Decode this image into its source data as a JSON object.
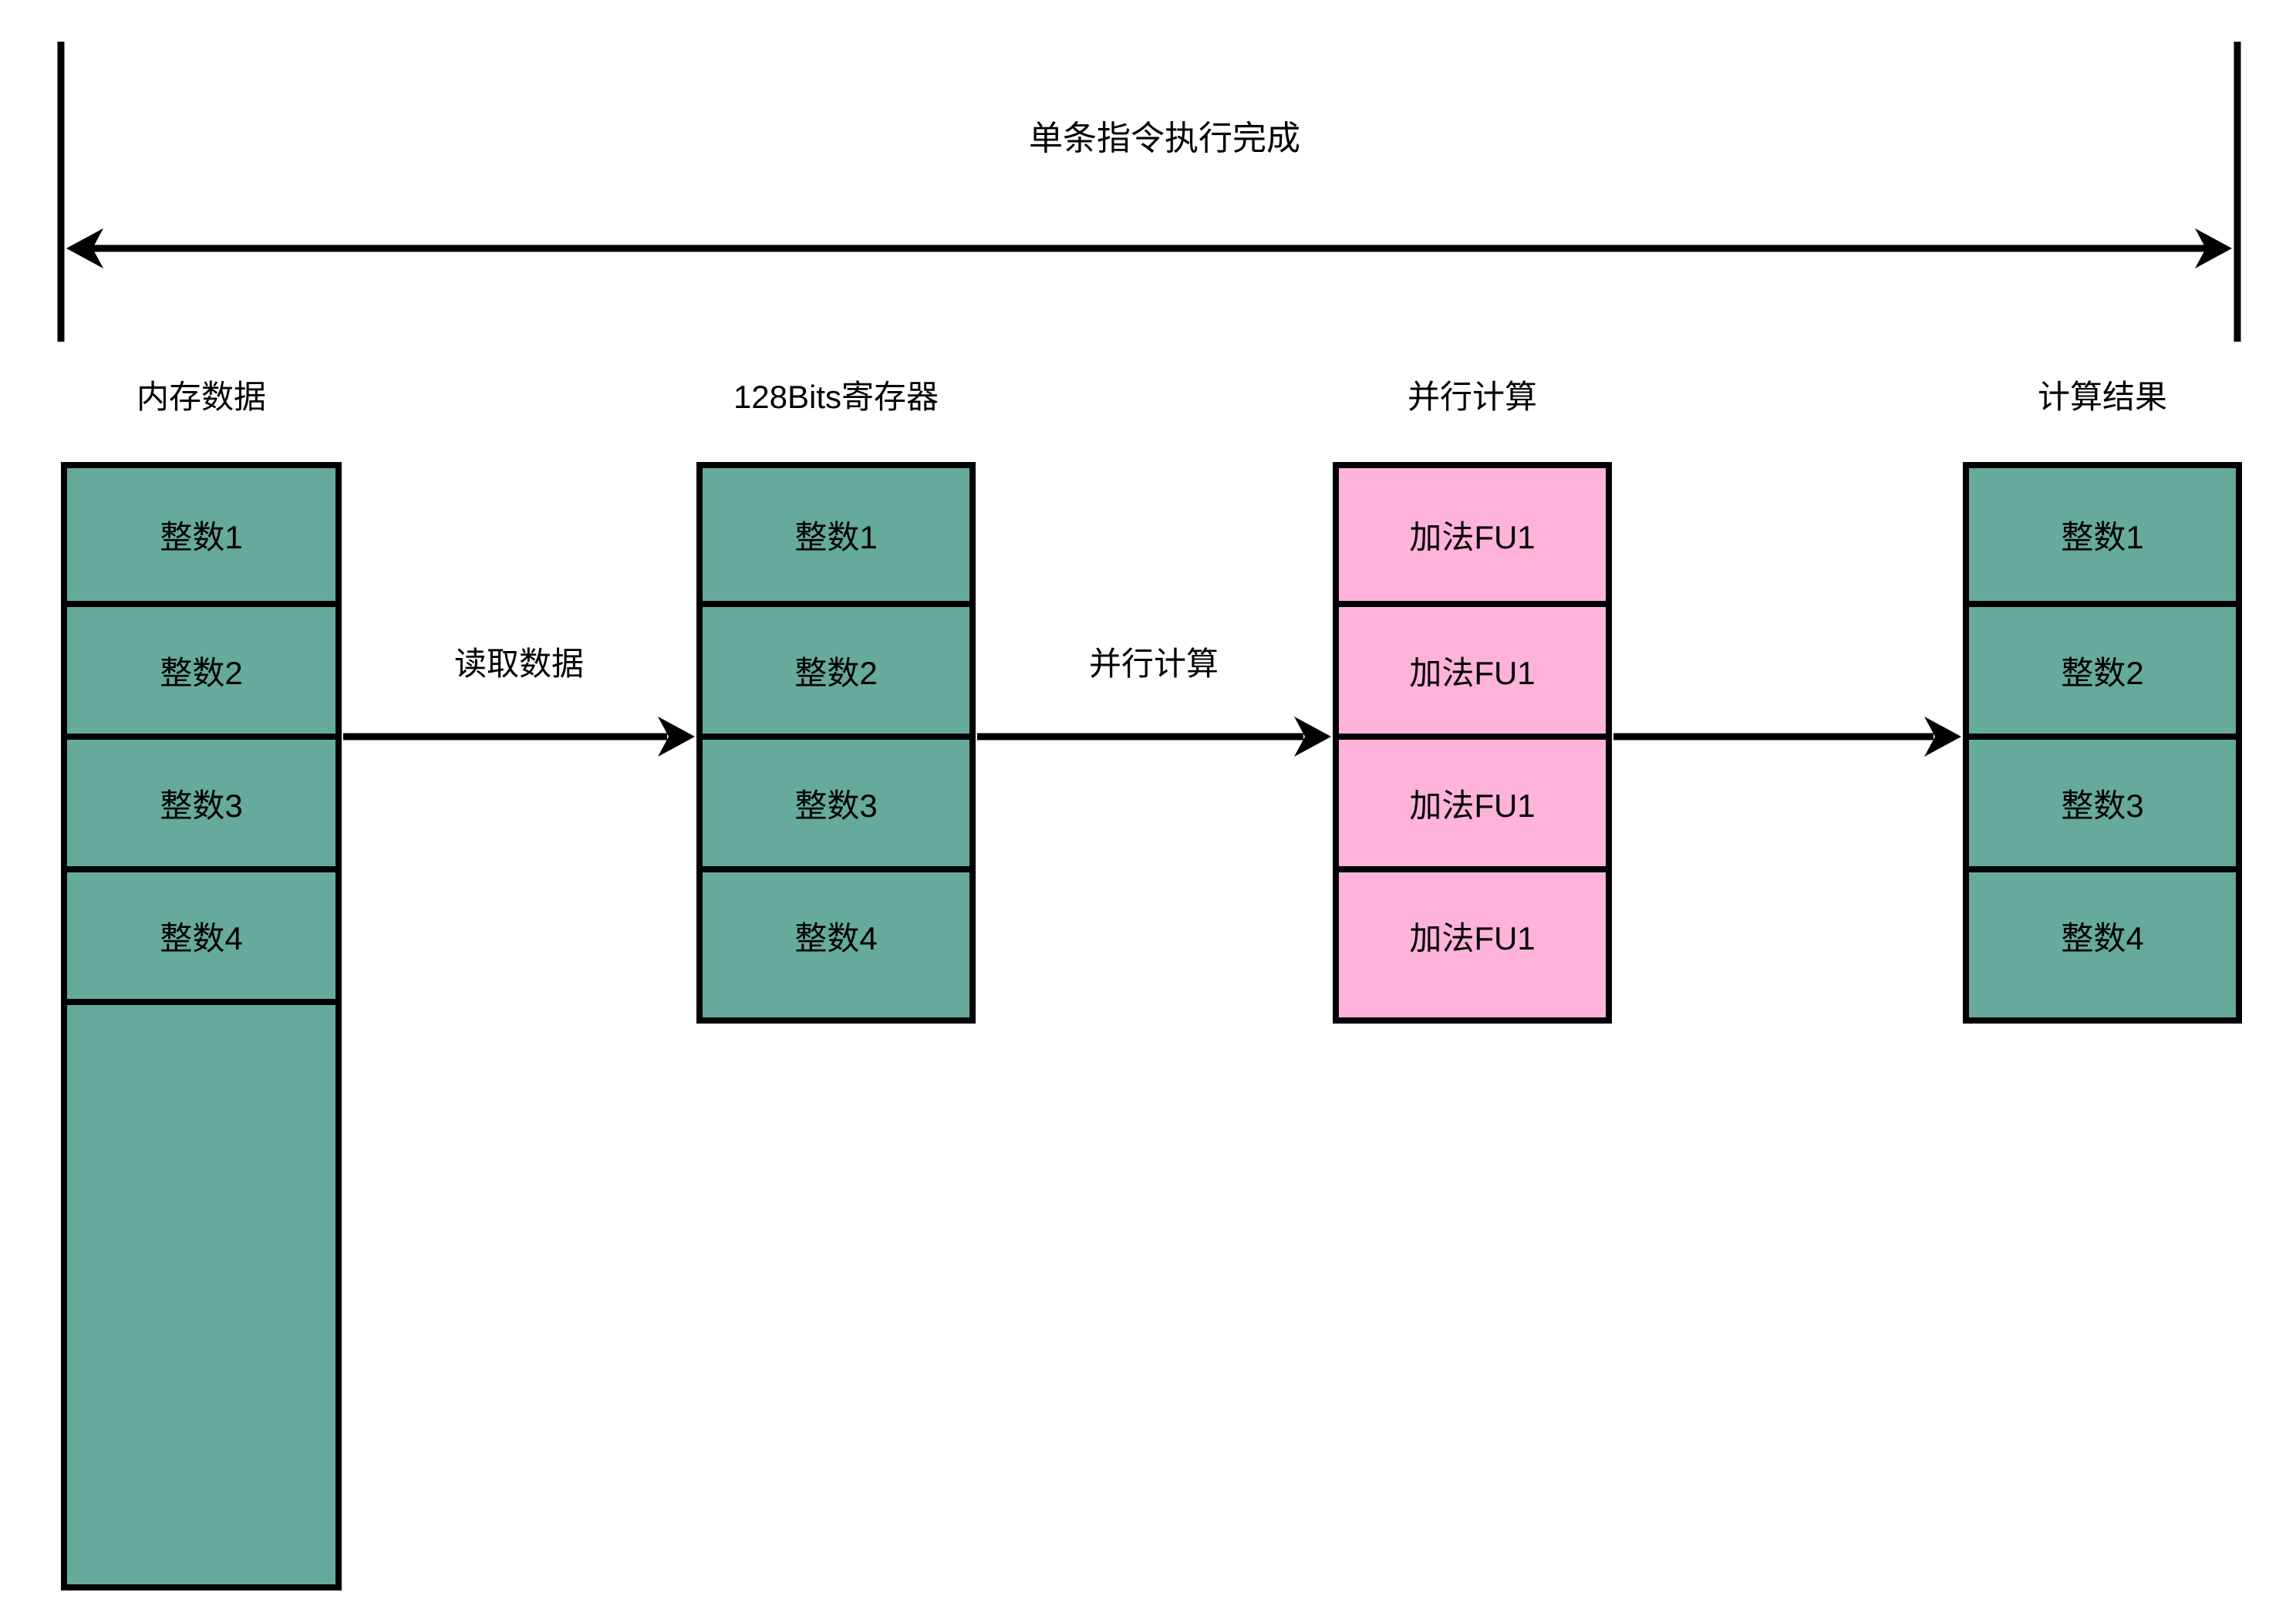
{
  "title": "单条指令执行完成",
  "colors": {
    "green": "#65AA9B",
    "pink": "#FFB3DB",
    "line": "#000000",
    "background": "#FFFFFF"
  },
  "columns": [
    {
      "header": "内存数据",
      "cells": [
        "整数1",
        "整数2",
        "整数3",
        "整数4",
        ""
      ]
    },
    {
      "header": "128Bits寄存器",
      "cells": [
        "整数1",
        "整数2",
        "整数3",
        "整数4"
      ]
    },
    {
      "header": "并行计算",
      "cells": [
        "加法FU1",
        "加法FU1",
        "加法FU1",
        "加法FU1"
      ]
    },
    {
      "header": "计算结果",
      "cells": [
        "整数1",
        "整数2",
        "整数3",
        "整数4"
      ]
    }
  ],
  "arrows": [
    {
      "label": "读取数据"
    },
    {
      "label": "并行计算"
    },
    {
      "label": ""
    }
  ]
}
